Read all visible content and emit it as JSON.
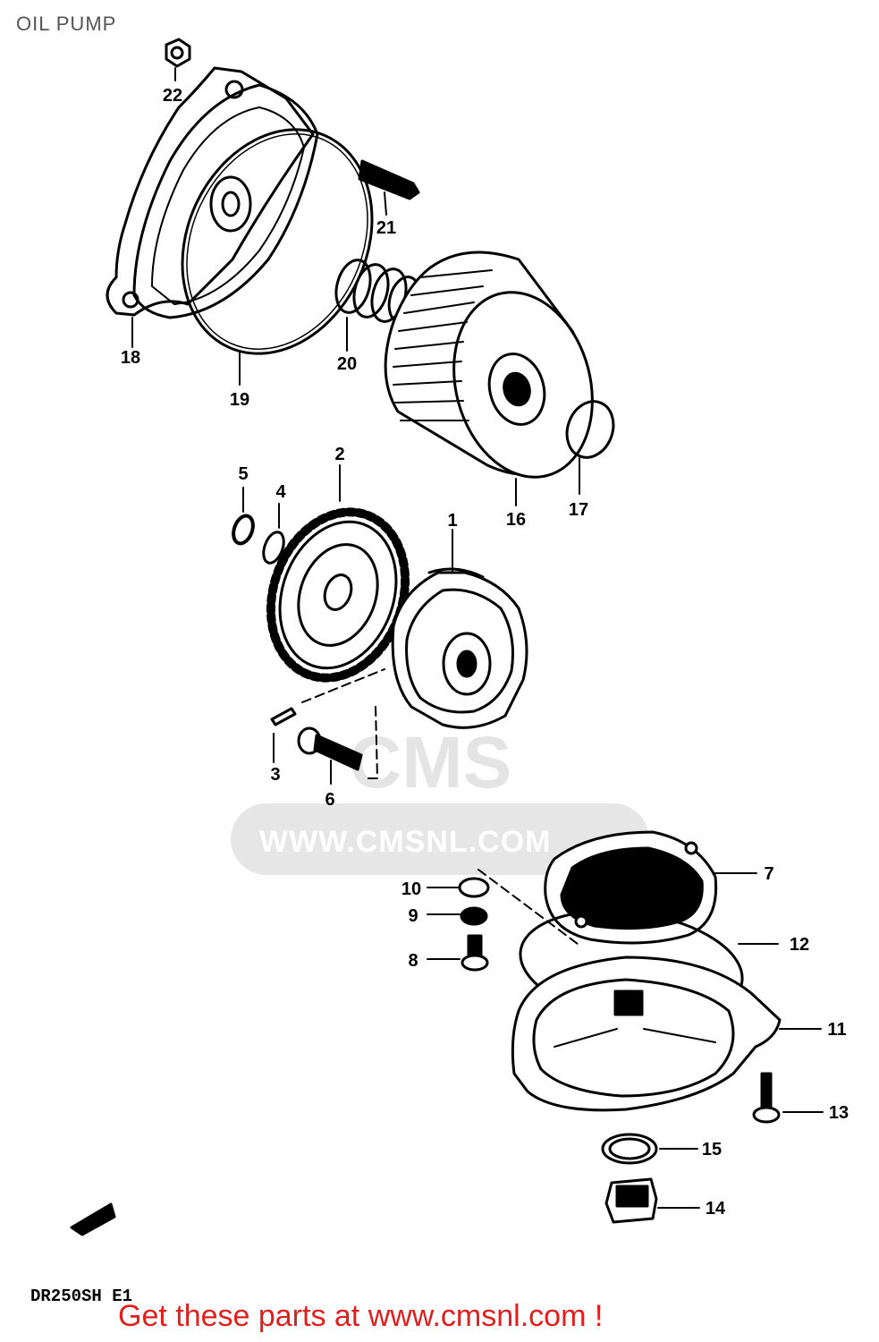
{
  "title": "OIL PUMP",
  "model_code": "DR250SH E1",
  "call_to_action": "Get these parts at www.cmsnl.com !",
  "watermark": {
    "brand": "CMS",
    "url": "WWW.CMSNL.COM"
  },
  "parts": [
    {
      "label": "1"
    },
    {
      "label": "2"
    },
    {
      "label": "3"
    },
    {
      "label": "4"
    },
    {
      "label": "5"
    },
    {
      "label": "6"
    },
    {
      "label": "7"
    },
    {
      "label": "8"
    },
    {
      "label": "9"
    },
    {
      "label": "10"
    },
    {
      "label": "11"
    },
    {
      "label": "12"
    },
    {
      "label": "13"
    },
    {
      "label": "14"
    },
    {
      "label": "15"
    },
    {
      "label": "16"
    },
    {
      "label": "17"
    },
    {
      "label": "18"
    },
    {
      "label": "19"
    },
    {
      "label": "20"
    },
    {
      "label": "21"
    },
    {
      "label": "22"
    }
  ],
  "colors": {
    "ink": "#000000",
    "cta": "#e0201e",
    "watermark": "#e6e6e6",
    "title": "#555555"
  }
}
